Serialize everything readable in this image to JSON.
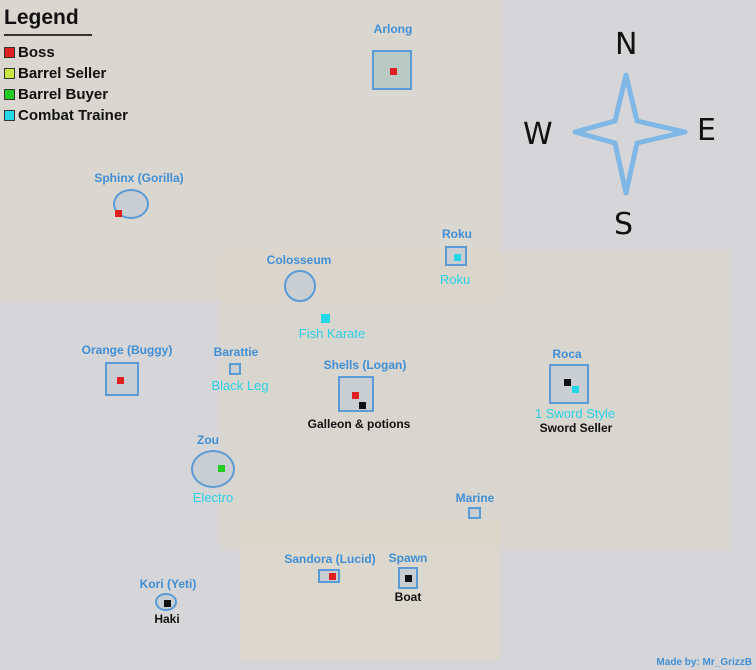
{
  "legend": {
    "title": "Legend",
    "items": [
      {
        "label": "Boss",
        "color": "#e02020"
      },
      {
        "label": "Barrel Seller",
        "color": "#c8e640"
      },
      {
        "label": "Barrel Buyer",
        "color": "#22cc22"
      },
      {
        "label": "Combat Trainer",
        "color": "#22d8e8"
      }
    ]
  },
  "compass": {
    "n": "N",
    "e": "E",
    "s": "S",
    "w": "W",
    "color": "#7fb8e6"
  },
  "locations": {
    "arlong": "Arlong",
    "sphinx": "Sphinx (Gorilla)",
    "roku": "Roku",
    "roku_sub": "Roku",
    "colosseum": "Colosseum",
    "fish_karate": "Fish Karate",
    "orange": "Orange (Buggy)",
    "barattie": "Barattie",
    "black_leg": "Black Leg",
    "shells": "Shells (Logan)",
    "galleon": "Galleon & potions",
    "roca": "Roca",
    "sword_style": "1 Sword Style",
    "sword_seller": "Sword Seller",
    "zou": "Zou",
    "electro": "Electro",
    "marine": "Marine",
    "sandora": "Sandora (Lucid)",
    "spawn": "Spawn",
    "boat": "Boat",
    "kori": "Kori (Yeti)",
    "haki": "Haki"
  },
  "credit": "Made by: Mr_GrizzB"
}
